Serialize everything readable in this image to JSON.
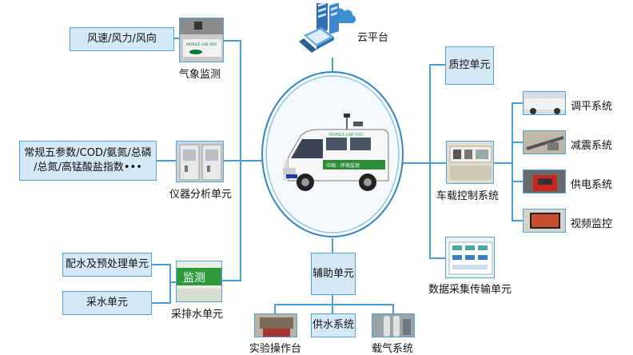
{
  "cloud_platform": {
    "label": "云平台"
  },
  "center": {
    "van_label_top": "MOBILE LAB VOC",
    "van_label_side": "中国 · 环境监测"
  },
  "left": {
    "weather": {
      "param_box": "风速/风力/风向",
      "photo_text": "MOBILE LAB VOC",
      "label": "气象监测"
    },
    "analysis": {
      "param_line1": "常规五参数/COD/氨氮/总磷",
      "param_line2": "/总氮/高锰酸盐指数•••",
      "label": "仪器分析单元"
    },
    "water": {
      "box1": "配水及预处理单元",
      "box2": "采水单元",
      "photo_text": "监测",
      "label": "采排水单元"
    }
  },
  "right": {
    "qc": {
      "label": "质控单元"
    },
    "control": {
      "label": "车载控制系统",
      "systems": [
        {
          "label": "调平系统"
        },
        {
          "label": "减震系统"
        },
        {
          "label": "供电系统"
        },
        {
          "label": "视频监控"
        }
      ]
    },
    "data": {
      "label": "数据采集传输单元"
    }
  },
  "bottom": {
    "aux": {
      "label": "辅助单元"
    },
    "items": [
      {
        "label": "实验操作台"
      },
      {
        "label": "供水系统"
      },
      {
        "label": "载气系统"
      }
    ]
  },
  "colors": {
    "line": "#4a9ed6",
    "box_fill": "#d5e8f6",
    "box_border": "#4fa3d8",
    "circle": "#2e86c8"
  }
}
